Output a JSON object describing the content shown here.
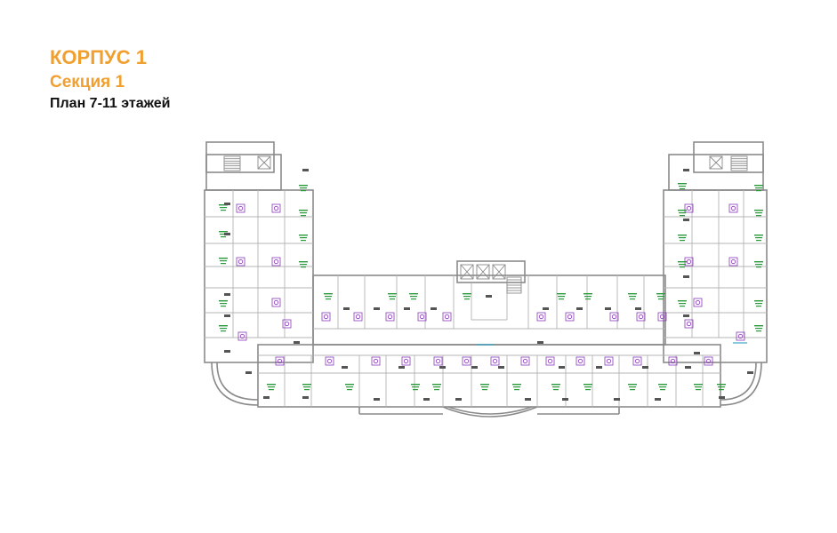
{
  "header": {
    "building": "КОРПУС 1",
    "section": "Секция 1",
    "plan_title": "План 7-11 этажей"
  },
  "colors": {
    "title_accent": "#f0a030",
    "wall": "#8a8a8a",
    "wall_thin": "#b4b4b4",
    "room_label": "#2a9a3a",
    "fixture": "#8a3ab9",
    "water": "#3aa6c8"
  }
}
